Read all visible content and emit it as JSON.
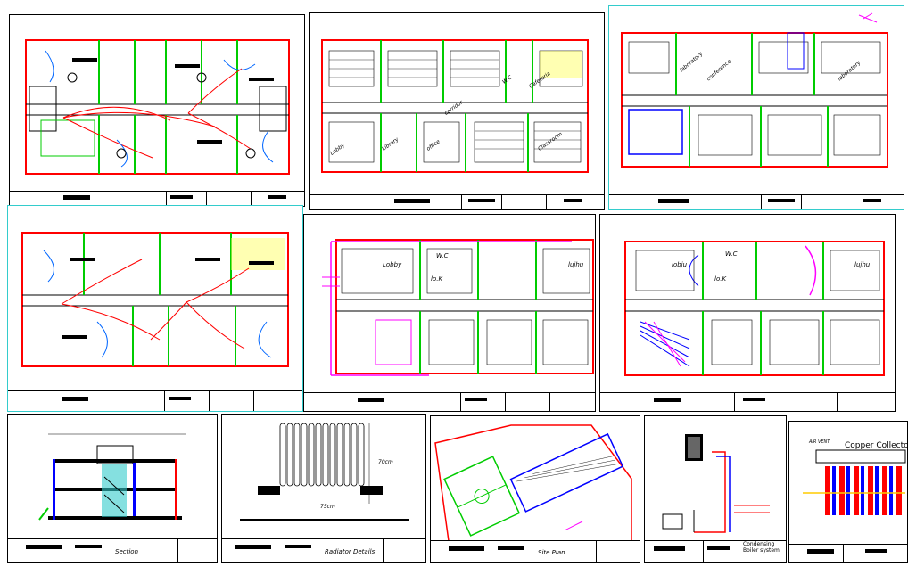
{
  "sheets": {
    "s3_rooms": [
      "laboratory",
      "conference",
      "laboratory"
    ],
    "s2_rooms": [
      "corridor",
      "W.C",
      "Cafeteria",
      "office",
      "Library",
      "Lobby",
      "Classroom"
    ],
    "s5_rooms": [
      "Lobby",
      "lujhu",
      "W.C",
      "lo.K"
    ],
    "s6_rooms": [
      "lobju",
      "W.C",
      "lo.K",
      "lujhu"
    ],
    "s7_label": "Section",
    "s8_label": "Radiator Details",
    "s8_dim1": "70cm",
    "s8_dim2": "75cm",
    "s9_label": "Site Plan",
    "s10_label": "Condensing Boiler system",
    "s11_label": "Copper Collector",
    "s11_tag": "AIR VENT"
  },
  "colors": {
    "sheet_border": "#000000",
    "highlight_border": "#33cccc",
    "wall": "#ff0000",
    "partition": "#00cc00",
    "pipe": "#ff00ff",
    "blue": "#0000ff"
  }
}
